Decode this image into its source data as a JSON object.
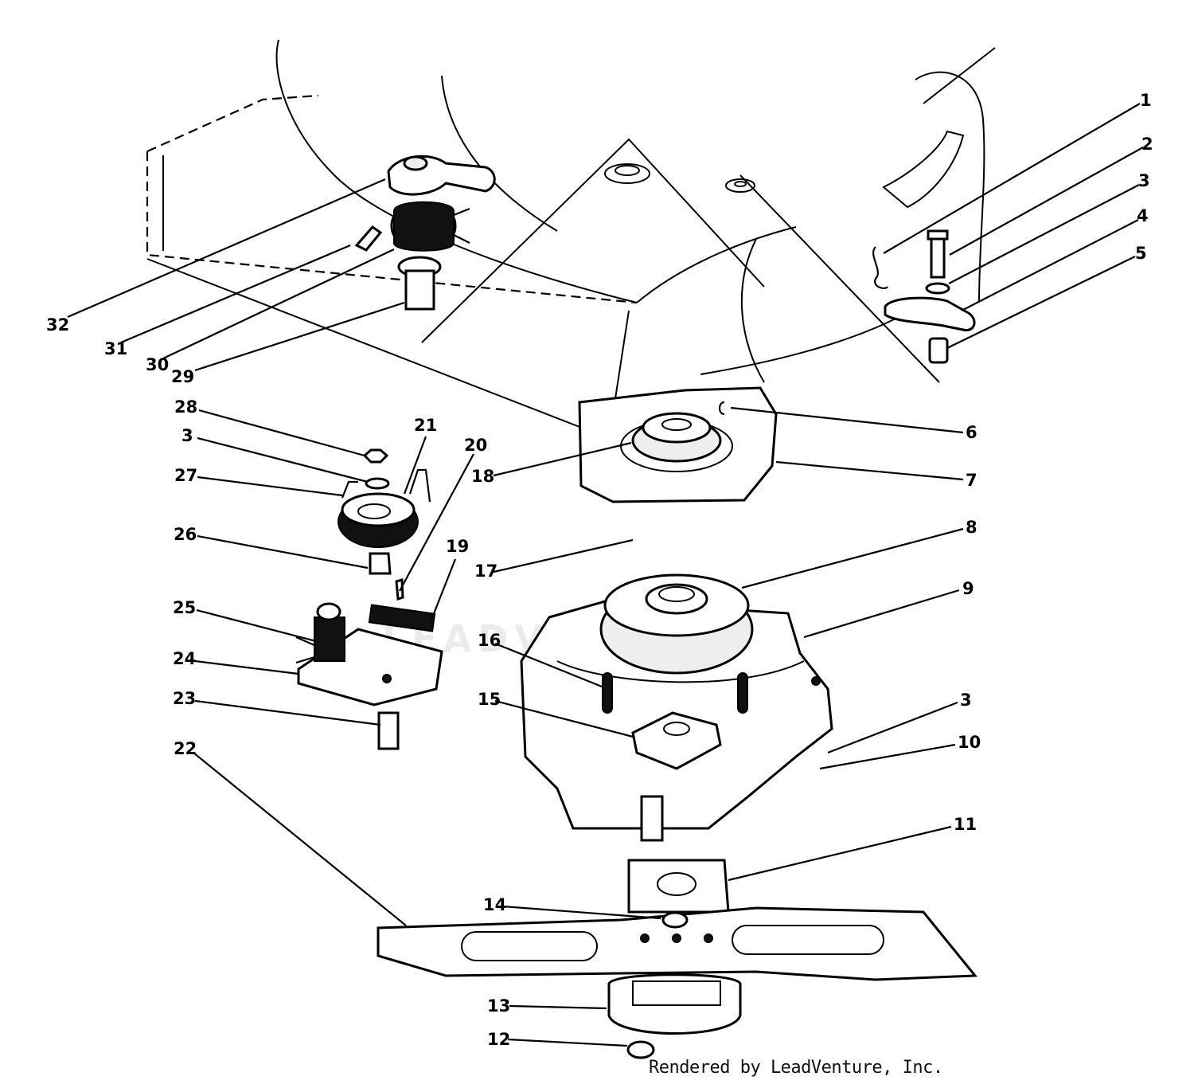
{
  "footer": {
    "credit": "Rendered by LeadVenture, Inc."
  },
  "watermark": {
    "text": "LEADVENTURE"
  },
  "parts": [
    "1",
    "2",
    "3",
    "4",
    "5",
    "6",
    "7",
    "8",
    "9",
    "3",
    "10",
    "11",
    "12",
    "13",
    "14",
    "15",
    "16",
    "17",
    "18",
    "19",
    "20",
    "21",
    "22",
    "23",
    "24",
    "25",
    "26",
    "27",
    "3",
    "28",
    "29",
    "30",
    "31",
    "32"
  ]
}
